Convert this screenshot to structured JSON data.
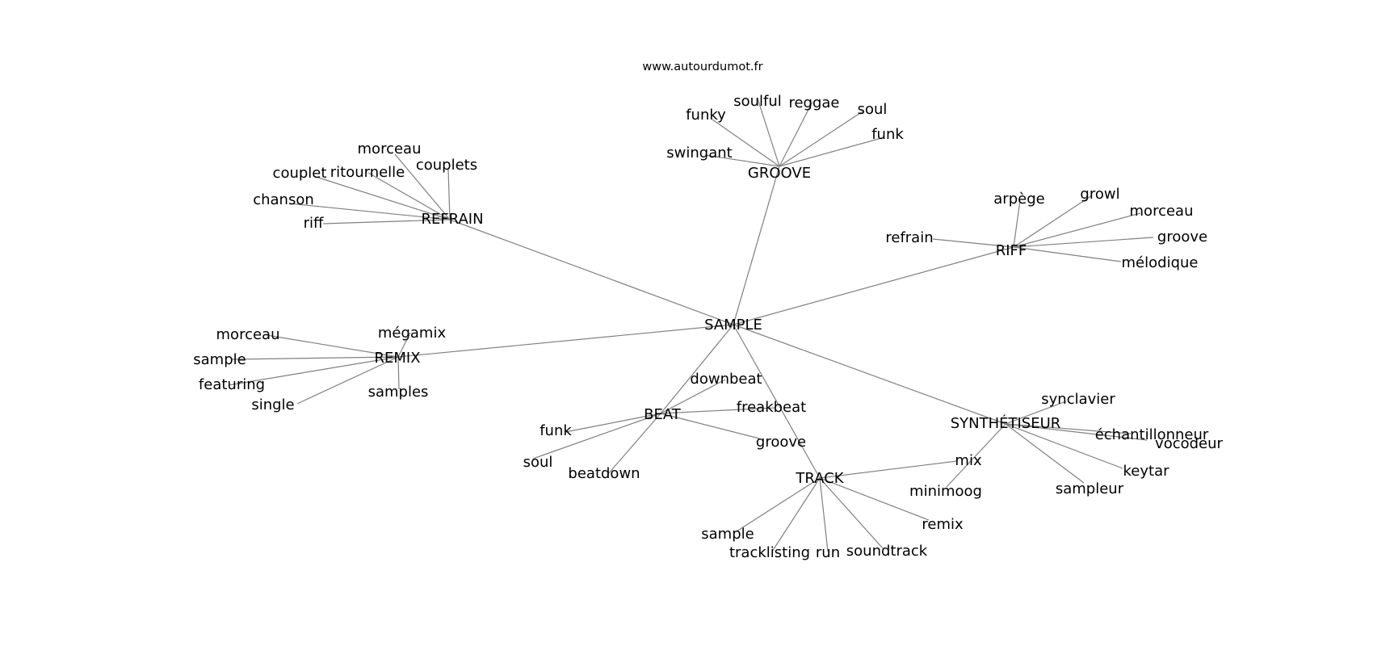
{
  "header": {
    "website": "www.autourdumot.fr"
  },
  "graph": {
    "center": "SAMPLE",
    "clusters": [
      {
        "hub": "GROOVE",
        "words": [
          "funky",
          "soulful",
          "reggae",
          "soul",
          "funk",
          "swingant"
        ]
      },
      {
        "hub": "REFRAIN",
        "words": [
          "morceau",
          "couplets",
          "ritournelle",
          "couplet",
          "chanson",
          "riff"
        ]
      },
      {
        "hub": "RIFF",
        "words": [
          "arpège",
          "growl",
          "morceau",
          "refrain",
          "groove",
          "mélodique"
        ]
      },
      {
        "hub": "REMIX",
        "words": [
          "mégamix",
          "morceau",
          "sample",
          "featuring",
          "single",
          "samples"
        ]
      },
      {
        "hub": "BEAT",
        "words": [
          "downbeat",
          "freakbeat",
          "funk",
          "groove",
          "soul",
          "beatdown"
        ]
      },
      {
        "hub": "TRACK",
        "words": [
          "mix",
          "remix",
          "soundtrack",
          "run",
          "tracklisting",
          "sample"
        ]
      },
      {
        "hub": "SYNTHÉTISEUR",
        "words": [
          "synclavier",
          "échantillonneur",
          "vocodeur",
          "keytar",
          "sampleur",
          "minimoog"
        ]
      }
    ]
  }
}
